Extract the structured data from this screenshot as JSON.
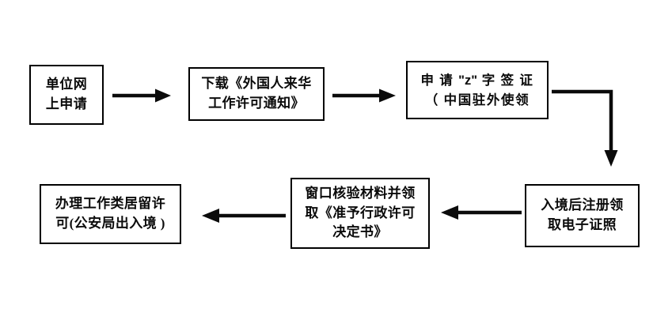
{
  "diagram": {
    "type": "flowchart",
    "orientation": "serpentine-two-rows",
    "background_color": "#ffffff",
    "line_color": "#0b0b0b",
    "text_color": "#0b0b0b",
    "nodes": [
      {
        "id": "unit-online-application",
        "order": 1,
        "shape": "rectangle",
        "lines": [
          "单位网",
          "上申请"
        ],
        "full_text": "单位网上申请"
      },
      {
        "id": "download-notice",
        "order": 2,
        "shape": "rectangle",
        "lines": [
          "下载《外国人来华",
          "工作许可通知》"
        ],
        "full_text": "下载《外国人来华工作许可通知》"
      },
      {
        "id": "apply-z-visa",
        "order": 3,
        "shape": "rectangle",
        "lines": [
          "申 请 \"z\" 字 签 证",
          "（ 中国驻外使领"
        ],
        "line1_prefix": "申 请 ",
        "line1_quoted": "\"z\"",
        "line1_suffix": " 字 签 证",
        "line2": "（ 中国驻外使领",
        "full_text": "申请\"z\"字签证（中国驻外使领"
      },
      {
        "id": "register-e-certificate",
        "order": 4,
        "shape": "rectangle",
        "lines": [
          "入境后注册领",
          "取电子证照"
        ],
        "full_text": "入境后注册领取电子证照"
      },
      {
        "id": "window-verify-docs",
        "order": 5,
        "shape": "rectangle",
        "lines": [
          "窗口核验材料并领",
          "取《准予行政许可",
          "决定书》"
        ],
        "full_text": "窗口核验材料并领取《准予行政许可决定书》"
      },
      {
        "id": "residence-permit",
        "order": 6,
        "shape": "rectangle",
        "lines": [
          "办理工作类居留许",
          "可(公安局出入境 )"
        ],
        "full_text": "办理工作类居留许可(公安局出入境)"
      }
    ],
    "connectors": [
      {
        "id": "arrow-unit-to-download",
        "from": "unit-online-application",
        "to": "download-notice",
        "style": "straight",
        "direction": "right"
      },
      {
        "id": "arrow-download-to-visa",
        "from": "download-notice",
        "to": "apply-z-visa",
        "style": "straight",
        "direction": "right"
      },
      {
        "id": "arrow-visa-to-register",
        "from": "apply-z-visa",
        "to": "register-e-certificate",
        "style": "elbow",
        "direction": "right-then-down"
      },
      {
        "id": "arrow-register-to-window",
        "from": "register-e-certificate",
        "to": "window-verify-docs",
        "style": "straight",
        "direction": "left"
      },
      {
        "id": "arrow-window-to-permit",
        "from": "window-verify-docs",
        "to": "residence-permit",
        "style": "straight",
        "direction": "left"
      }
    ]
  }
}
